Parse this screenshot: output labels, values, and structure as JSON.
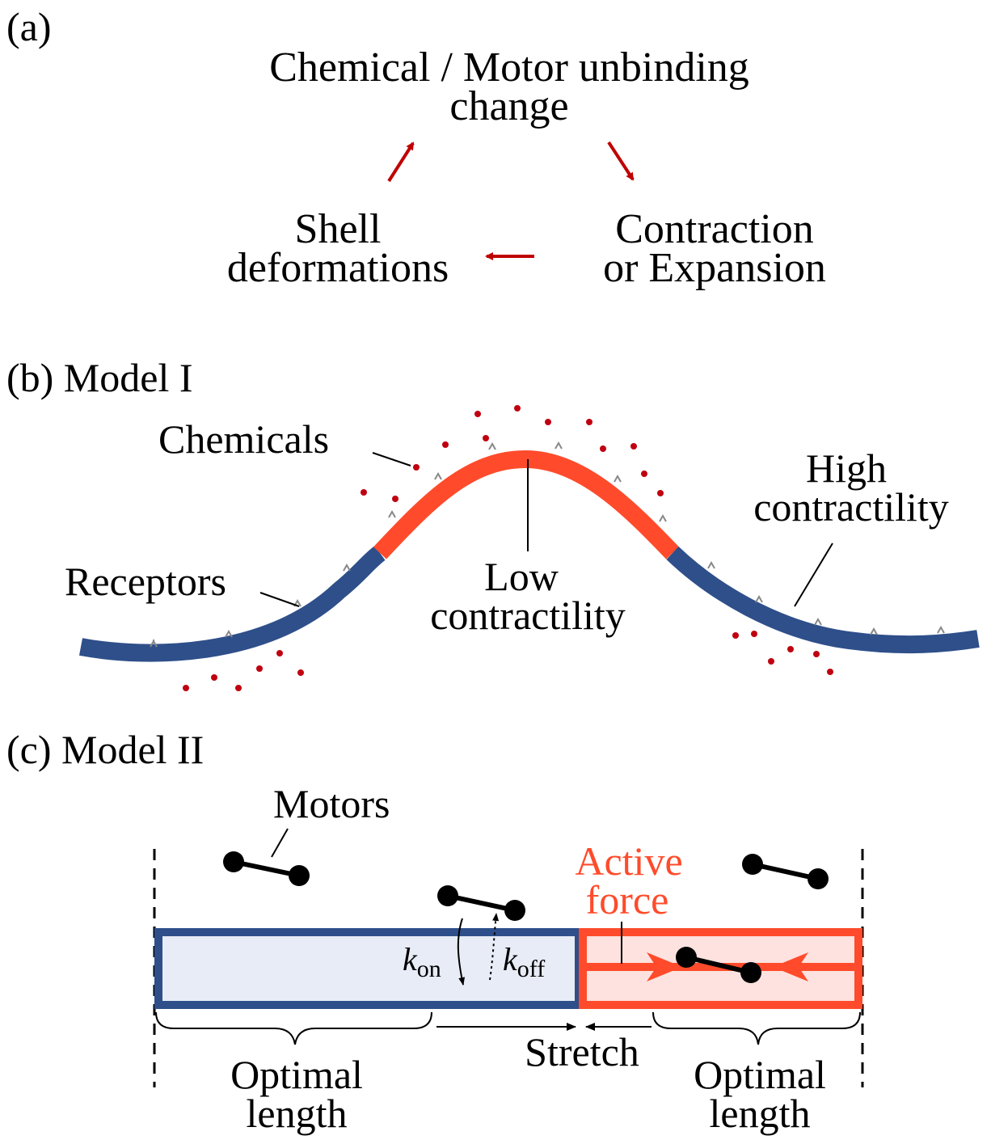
{
  "panel_a": {
    "label": "(a)",
    "top_line1": "Chemical / Motor unbinding",
    "top_line2": "change",
    "left_line1": "Shell",
    "left_line2": "deformations",
    "right_line1": "Contraction",
    "right_line2": "or Expansion"
  },
  "panel_b": {
    "label": "(b) Model I",
    "chemicals": "Chemicals",
    "receptors": "Receptors",
    "low_line1": "Low",
    "low_line2": "contractility",
    "high_line1": "High",
    "high_line2": "contractility"
  },
  "panel_c": {
    "label": "(c) Model II",
    "motors": "Motors",
    "active_line1": "Active",
    "active_line2": "force",
    "k_on": "k",
    "k_on_sub": "on",
    "k_off": "k",
    "k_off_sub": "off",
    "stretch": "Stretch",
    "optimal_left_line1": "Optimal",
    "optimal_left_line2": "length",
    "optimal_right_line1": "Optimal",
    "optimal_right_line2": "length"
  },
  "colors": {
    "arrow_red": "#c00000",
    "low_contractility": "#ff4b2b",
    "high_contractility": "#2e4f8a",
    "chemical_dot": "#c00010",
    "receptor": "#888888",
    "blue_fill": "#e8ecf6",
    "red_fill": "#fde2df"
  }
}
